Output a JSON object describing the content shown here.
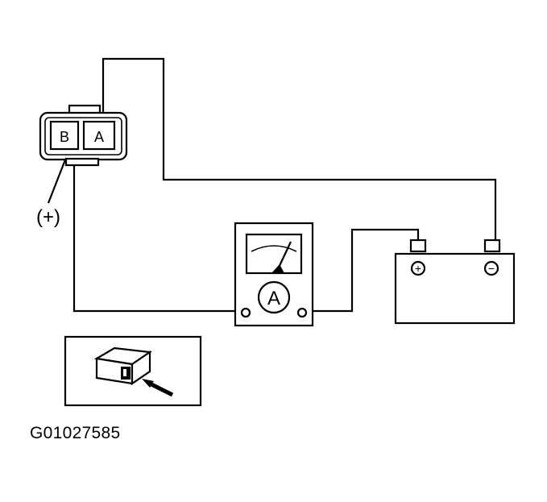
{
  "connector": {
    "terminal_a": "A",
    "terminal_b": "B"
  },
  "probe_label": "(+)",
  "ammeter": {
    "symbol": "A"
  },
  "battery": {
    "positive_symbol": "+",
    "negative_symbol": "−"
  },
  "figure_id": "G01027585"
}
